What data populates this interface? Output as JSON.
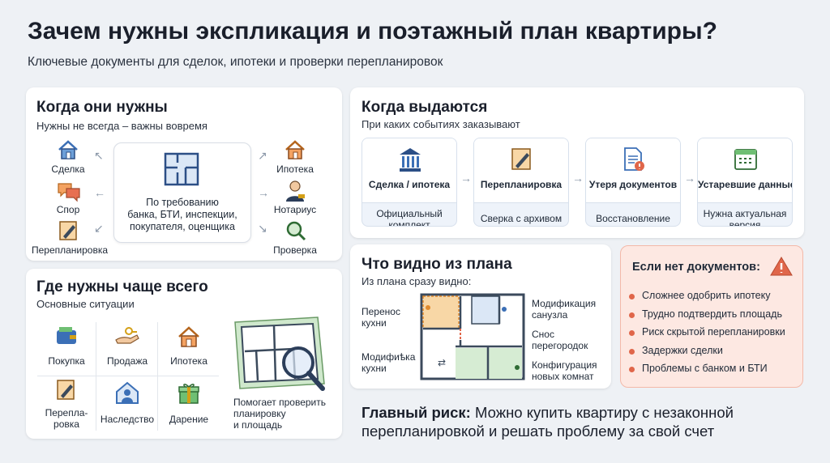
{
  "header": {
    "title": "Зачем нужны экспликация и поэтажный план квартиры?",
    "subtitle": "Ключевые документы для сделок, ипотеки и проверки перепланировок"
  },
  "when_needed": {
    "title": "Когда они нужны",
    "subtitle": "Нужны не всегда – важны вовремя",
    "left_items": [
      "Сделка",
      "Спор",
      "Перепланировка"
    ],
    "right_items": [
      "Ипотека",
      "Нотариус",
      "Проверка"
    ],
    "center_text": [
      "По требованию",
      "банка, БТИ, инспекции,",
      "покупателя, оценщика"
    ]
  },
  "where_needed": {
    "title": "Где нужны чаще всего",
    "subtitle": "Основные ситуации",
    "items": [
      "Покупка",
      "Продажа",
      "Ипотека",
      "Перепла-",
      "Наследство",
      "Дарение"
    ],
    "item4_line2": "ровка",
    "note": [
      "Помогает проверить",
      "планировку",
      "и площадь"
    ]
  },
  "when_issued": {
    "title": "Когда выдаются",
    "subtitle": "При каких событиях заказывают",
    "steps": [
      {
        "name": "Сделка / ипотека",
        "desc1": "Официальный",
        "desc2": "комплект"
      },
      {
        "name": "Перепланировка",
        "desc1": "Сверка с архивом",
        "desc2": ""
      },
      {
        "name": "Утеря документов",
        "desc1": "Восстановление",
        "desc2": ""
      },
      {
        "name": "Устаревшие данные",
        "desc1": "Нужна актуальная",
        "desc2": "версия"
      }
    ]
  },
  "plan": {
    "title": "Что видно из плана",
    "subtitle": "Из плана сразу видно:",
    "labels": {
      "kitchen_move_1": "Перенос",
      "kitchen_move_2": "кухни",
      "kitchen_mod_1": "Модифиѣка",
      "kitchen_mod_2": "кухни",
      "bath_1": "Модификация",
      "bath_2": "санузла",
      "walls_1": "Снос",
      "walls_2": "перегородок",
      "rooms_1": "Конфигурация",
      "rooms_2": "новых комнат"
    }
  },
  "no_docs": {
    "title": "Если нет документов:",
    "items": [
      "Сложнее одобрить ипотеку",
      "Трудно подтвердить площадь",
      "Риск скрытой перепланировки",
      "Задержки сделки",
      "Проблемы с банком и БТИ"
    ]
  },
  "main_risk": {
    "label": "Главный риск:",
    "line1": "Можно купить квартиру с незаконной",
    "line2": "перепланировкой и решать проблему за свой счет"
  },
  "colors": {
    "accent_blue": "#3b6fb6",
    "warning_red": "#e0664a",
    "risk_bg": "#fde8e2",
    "kitchen_orange": "#f8d7a6",
    "room_green": "#d6ecd3"
  }
}
